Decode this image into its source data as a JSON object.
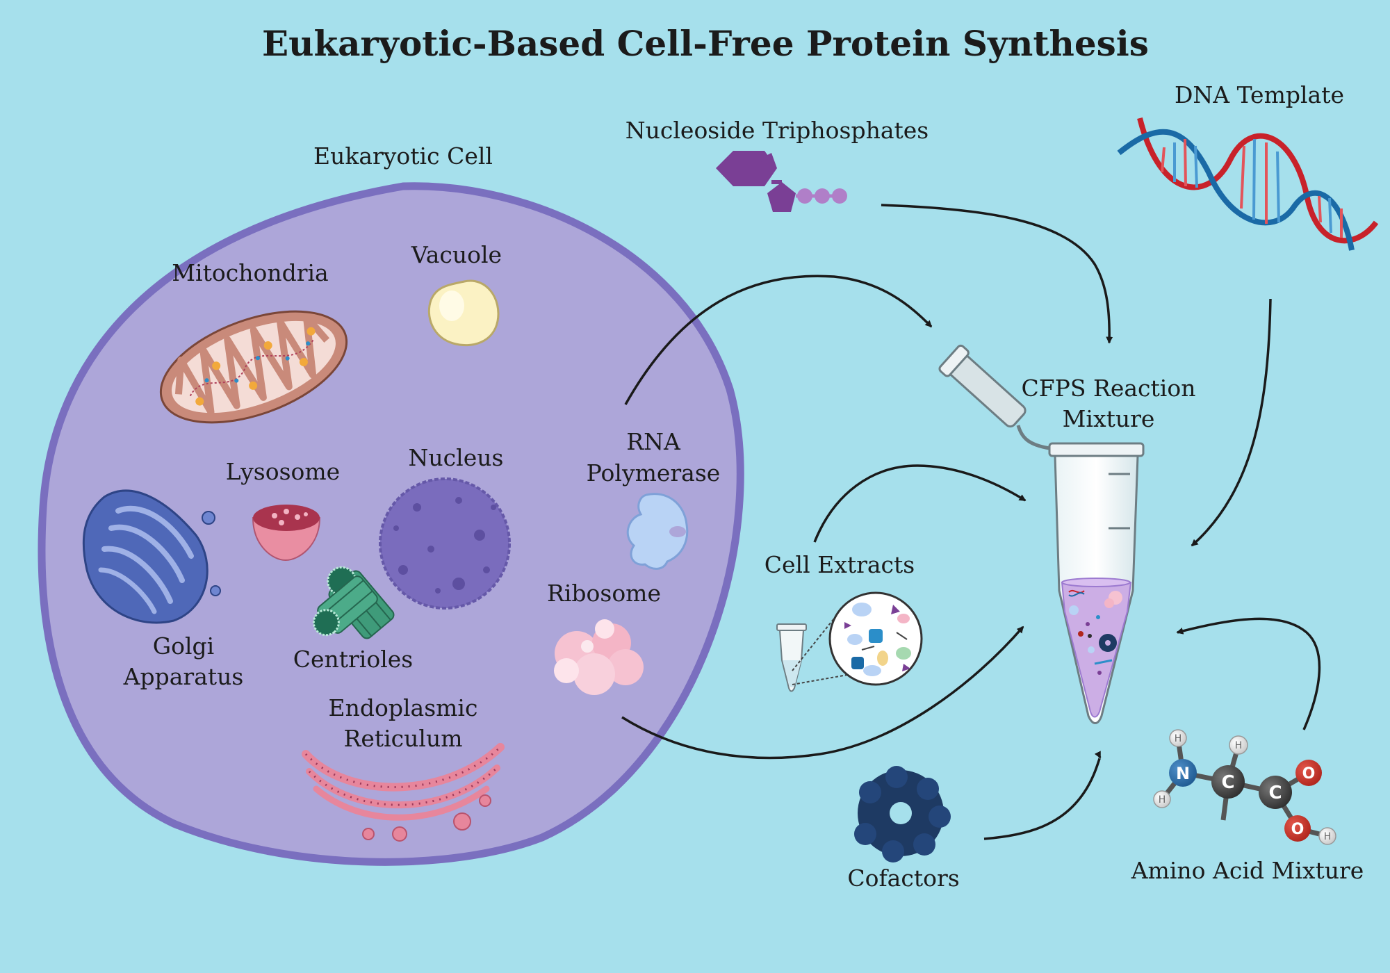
{
  "title": "Eukaryotic-Based Cell-Free Protein Synthesis",
  "cell": {
    "label": "Eukaryotic Cell",
    "organelles": {
      "mitochondria": "Mitochondria",
      "vacuole": "Vacuole",
      "lysosome": "Lysosome",
      "nucleus": "Nucleus",
      "golgi_line1": "Golgi",
      "golgi_line2": "Apparatus",
      "centrioles": "Centrioles",
      "er_line1": "Endoplasmic",
      "er_line2": "Reticulum",
      "rna_pol_line1": "RNA",
      "rna_pol_line2": "Polymerase",
      "ribosome": "Ribosome"
    }
  },
  "components": {
    "ntp": "Nucleoside Triphosphates",
    "dna": "DNA Template",
    "cell_extracts": "Cell Extracts",
    "cofactors": "Cofactors",
    "amino_acids": "Amino Acid Mixture"
  },
  "reaction": {
    "line1": "CFPS Reaction",
    "line2": "Mixture"
  },
  "amino_acid_atoms": {
    "hydrogen": "H",
    "nitrogen": "N",
    "carbon": "C",
    "oxygen": "O"
  },
  "colors": {
    "background": "#a6e0ec",
    "cell_fill": "#ada6d9",
    "cell_border": "#7a6fbf",
    "arrow": "#1a1a1a"
  }
}
